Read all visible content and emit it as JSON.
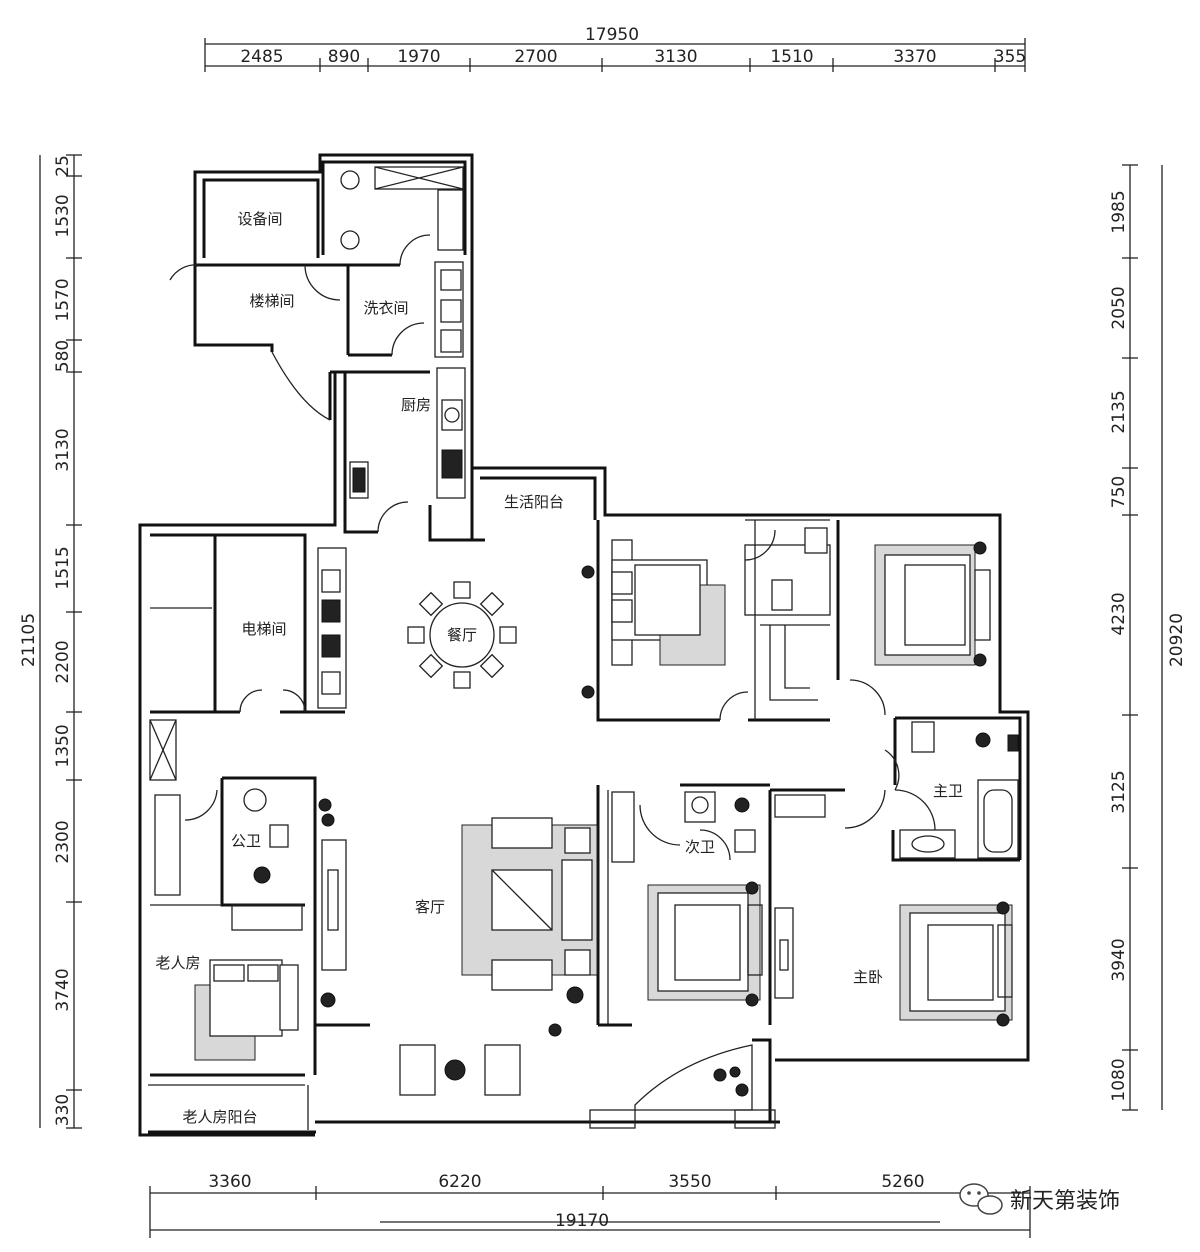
{
  "dimensions": {
    "top_total": "17950",
    "top_segments": [
      "2485",
      "890",
      "1970",
      "2700",
      "3130",
      "1510",
      "3370",
      "355"
    ],
    "bottom_total": "19170",
    "bottom_segments": [
      "3360",
      "6220",
      "3550",
      "5260"
    ],
    "left_total": "21105",
    "left_segments": [
      "25",
      "1530",
      "1570",
      "580",
      "3130",
      "1515",
      "2200",
      "1350",
      "2300",
      "3740",
      "330"
    ],
    "right_total": "20920",
    "right_segments": [
      "1985",
      "2050",
      "2135",
      "750",
      "4230",
      "3125",
      "3940",
      "1080"
    ]
  },
  "rooms": {
    "equipment_room": "设备间",
    "stair_room": "楼梯间",
    "laundry_room": "洗衣间",
    "kitchen": "厨房",
    "service_balcony": "生活阳台",
    "elevator_room": "电梯间",
    "dining": "餐厅",
    "guest_bath": "公卫",
    "elder_room": "老人房",
    "elder_balcony": "老人房阳台",
    "living_room": "客厅",
    "secondary_bath": "次卫",
    "master_bath": "主卫",
    "master_bedroom": "主卧"
  },
  "watermark": {
    "brand": "新天第装饰"
  }
}
